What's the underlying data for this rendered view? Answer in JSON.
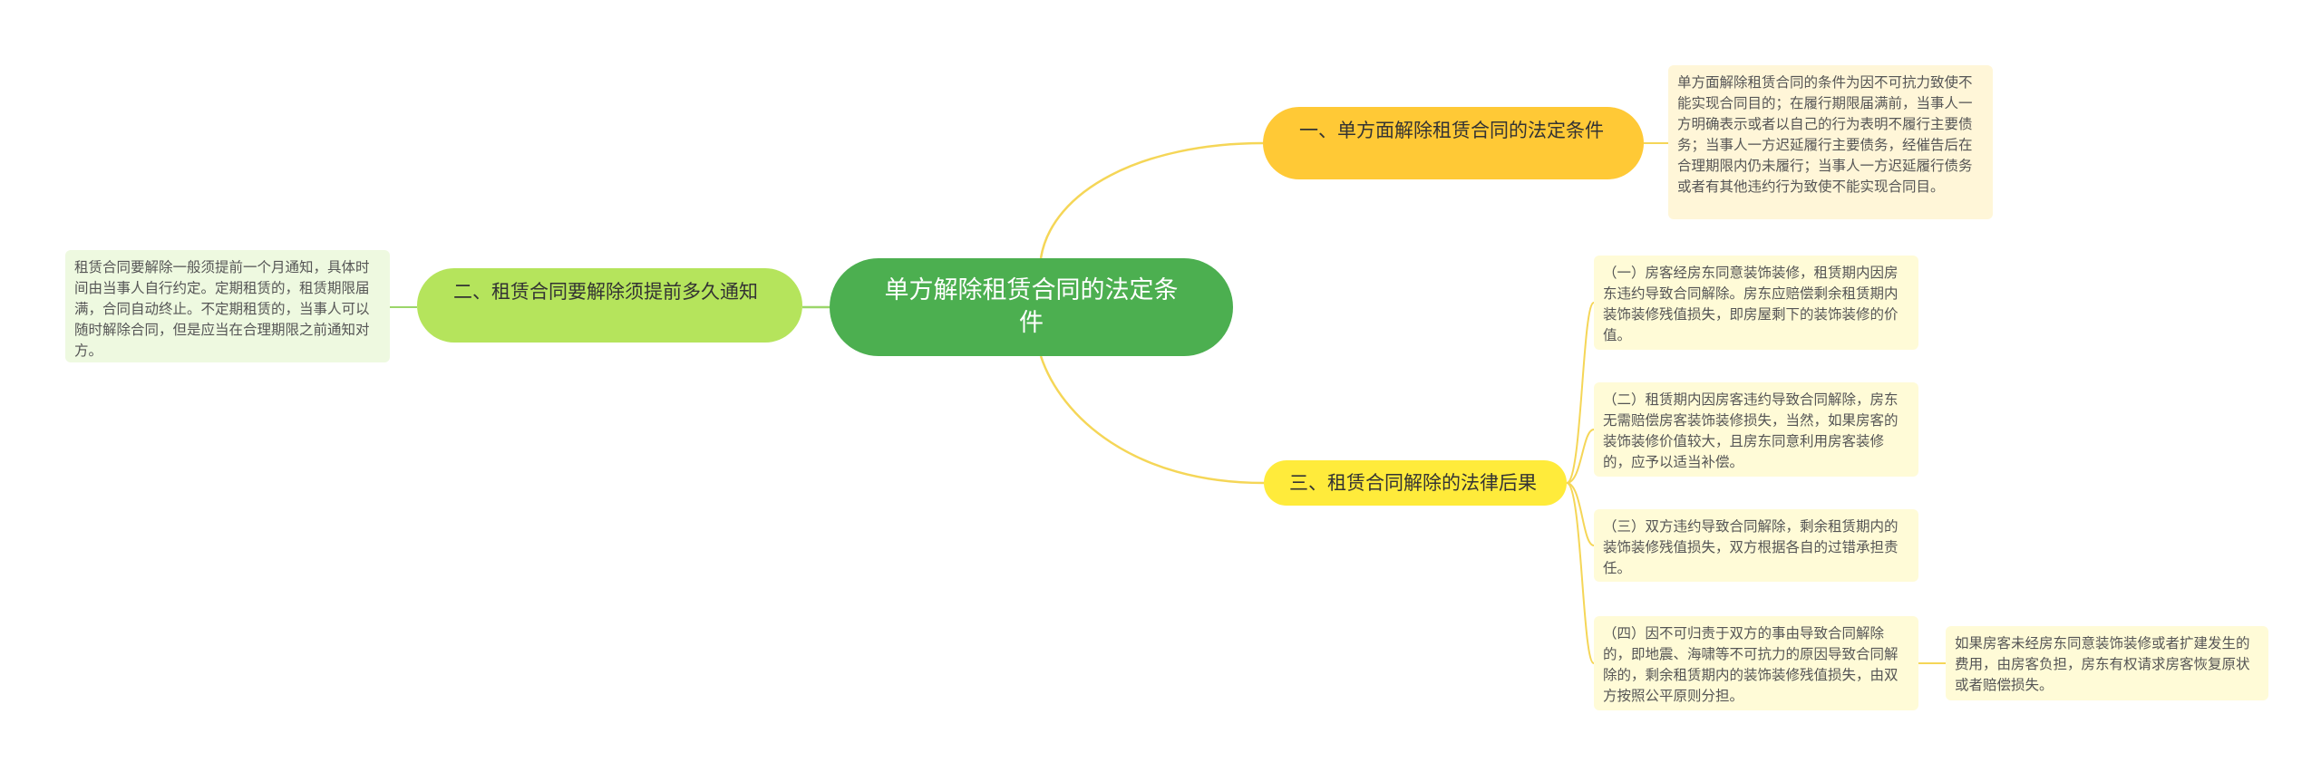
{
  "root": {
    "title": "单方解除租赁合同的法定条件"
  },
  "branches": [
    {
      "label": "一、单方面解除租赁合同的法定条件",
      "note": "单方面解除租赁合同的条件为因不可抗力致使不能实现合同目的；在履行期限届满前，当事人一方明确表示或者以自己的行为表明不履行主要债务；当事人一方迟延履行主要债务，经催告后在合理期限内仍未履行；当事人一方迟延履行债务或者有其他违约行为致使不能实现合同目。"
    },
    {
      "label": "二、租赁合同要解除须提前多久通知",
      "note": "租赁合同要解除一般须提前一个月通知，具体时间由当事人自行约定。定期租赁的，租赁期限届满，合同自动终止。不定期租赁的，当事人可以随时解除合同，但是应当在合理期限之前通知对方。"
    },
    {
      "label": "三、租赁合同解除的法律后果",
      "children": [
        {
          "text": "（一）房客经房东同意装饰装修，租赁期内因房东违约导致合同解除。房东应赔偿剩余租赁期内装饰装修残值损失，即房屋剩下的装饰装修的价值。"
        },
        {
          "text": "（二）租赁期内因房客违约导致合同解除，房东无需赔偿房客装饰装修损失，当然，如果房客的装饰装修价值较大，且房东同意利用房客装修的，应予以适当补偿。"
        },
        {
          "text": "（三）双方违约导致合同解除，剩余租赁期内的装饰装修残值损失，双方根据各自的过错承担责任。"
        },
        {
          "text": "（四）因不可归责于双方的事由导致合同解除的，即地震、海啸等不可抗力的原因导致合同解除的，剩余租赁期内的装饰装修残值损失，由双方按照公平原则分担。",
          "note": "如果房客未经房东同意装饰装修或者扩建发生的费用，由房客负担，房东有权请求房客恢复原状或者赔偿损失。"
        }
      ]
    }
  ],
  "colors": {
    "root": "#4caf50",
    "branch1": "#ffc936",
    "branch2": "#b5e45c",
    "branch3": "#ffeb3b",
    "line_yellow": "#f5d657",
    "line_green": "#9bd66a"
  }
}
